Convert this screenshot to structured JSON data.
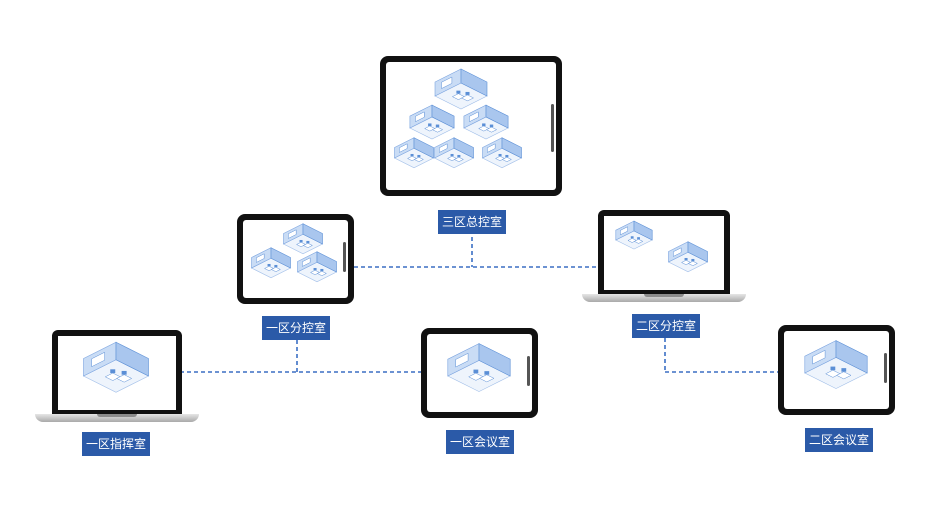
{
  "nodes": {
    "hq": {
      "label": "三区总控室"
    },
    "zone1_branch": {
      "label": "一区分控室"
    },
    "zone2_branch": {
      "label": "二区分控室"
    },
    "zone1_command": {
      "label": "一区指挥室"
    },
    "zone1_meeting": {
      "label": "一区会议室"
    },
    "zone2_meeting": {
      "label": "二区会议室"
    }
  },
  "colors": {
    "label_bg": "#2b5aa8",
    "connector": "#3b6fc4",
    "device_frame": "#111111",
    "room_blue": "#5b8fd6"
  },
  "connector_style": "dashed"
}
